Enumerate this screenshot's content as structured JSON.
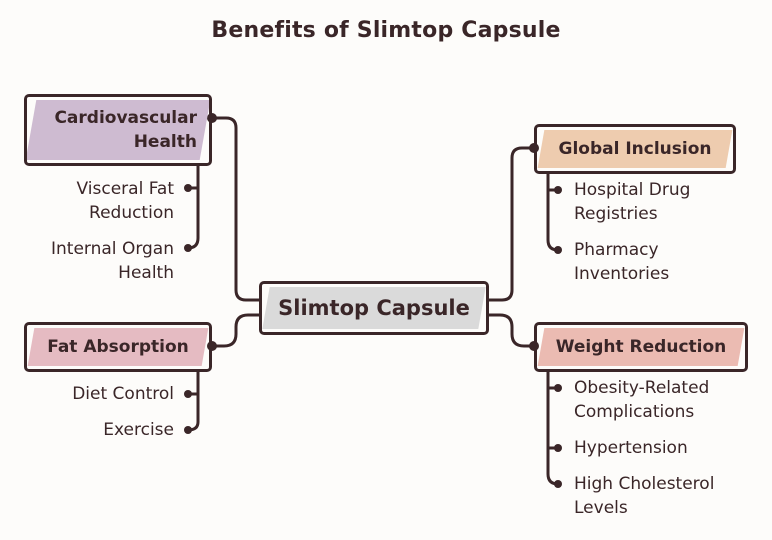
{
  "title": "Benefits of Slimtop Capsule",
  "center": "Slimtop Capsule",
  "branches": {
    "cardiovascular": {
      "label_line1": "Cardiovascular",
      "label_line2": "Health",
      "color": "#c9b4cc",
      "leaves": [
        {
          "line1": "Visceral Fat",
          "line2": "Reduction"
        },
        {
          "line1": "Internal Organ",
          "line2": "Health"
        }
      ]
    },
    "fat_absorption": {
      "label": "Fat Absorption",
      "color": "#e2b4bb",
      "leaves": [
        {
          "line1": "Diet Control"
        },
        {
          "line1": "Exercise"
        }
      ]
    },
    "global_inclusion": {
      "label": "Global Inclusion",
      "color": "#ecc7a6",
      "leaves": [
        {
          "line1": "Hospital Drug",
          "line2": "Registries"
        },
        {
          "line1": "Pharmacy",
          "line2": "Inventories"
        }
      ]
    },
    "weight_reduction": {
      "label": "Weight Reduction",
      "color": "#e9b4aa",
      "leaves": [
        {
          "line1": "Obesity-Related",
          "line2": "Complications"
        },
        {
          "line1": "Hypertension"
        },
        {
          "line1": "High Cholesterol",
          "line2": "Levels"
        }
      ]
    }
  },
  "colors": {
    "outline": "#3a2628",
    "center_fill": "#d6d6d6",
    "background": "#fdfcfa"
  }
}
